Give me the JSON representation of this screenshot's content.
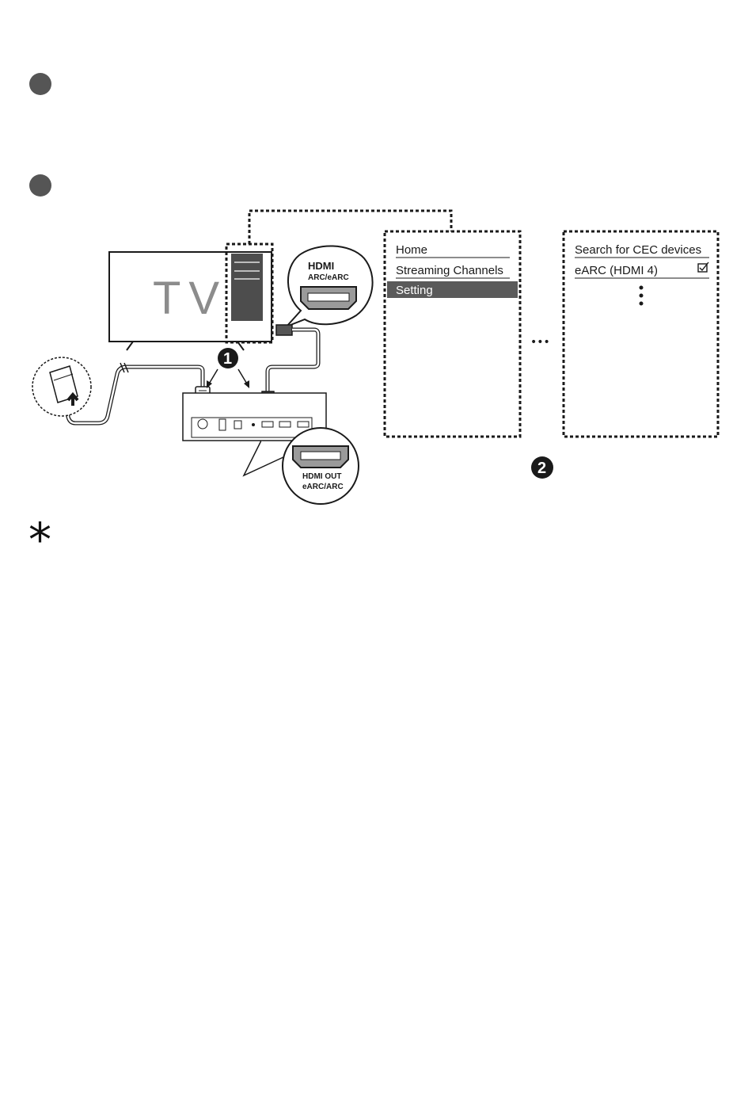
{
  "bullets": [
    {
      "name": "bullet-1"
    },
    {
      "name": "bullet-2"
    }
  ],
  "diagram": {
    "tv_label": "TV",
    "hdmi_logo": "HDMI",
    "tv_port_label": "ARC/eARC",
    "soundbar_port_label_line1": "HDMI OUT",
    "soundbar_port_label_line2": "eARC/ARC",
    "step_1": "1",
    "step_2": "2",
    "ellipsis": "•••"
  },
  "menu_main": {
    "items": [
      "Home",
      "Streaming Channels",
      "Setting"
    ],
    "selected_index": 2
  },
  "menu_sub": {
    "items": [
      "Search for CEC devices",
      "eARC (HDMI 4)"
    ],
    "checked_item": "eARC (HDMI 4)"
  },
  "note_symbol": "*",
  "colors": {
    "bullet": "#555555",
    "selected_bg": "#5a5a5a",
    "tv_text": "#8c8c8c",
    "line": "#1a1a1a"
  }
}
